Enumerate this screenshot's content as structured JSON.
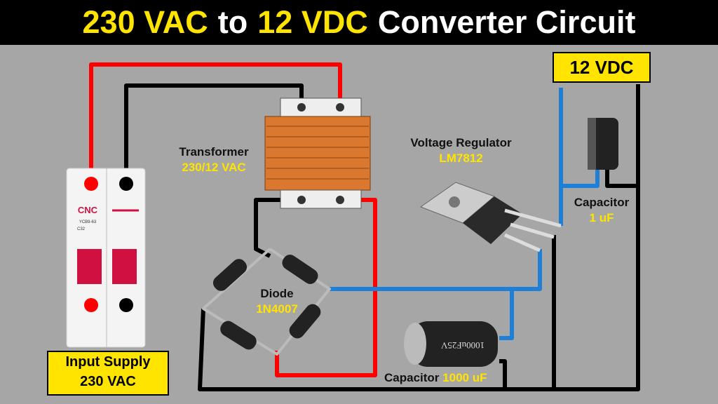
{
  "title": {
    "part1": "230 VAC",
    "part2": "to",
    "part3": "12 VDC",
    "part4": "Converter Circuit"
  },
  "labels": {
    "output_box": "12 VDC",
    "input_box": {
      "line1": "Input Supply",
      "line2": "230 VAC"
    },
    "transformer": {
      "name": "Transformer",
      "value": "230/12 VAC"
    },
    "regulator": {
      "name": "Voltage Regulator",
      "value": "LM7812"
    },
    "diode": {
      "name": "Diode",
      "value": "1N4007"
    },
    "cap_small": {
      "name": "Capacitor",
      "value": "1 uF"
    },
    "cap_large": {
      "name": "Capacitor",
      "value": "1000 uF"
    }
  },
  "breaker": {
    "brand": "CNC",
    "model": "YCB9-63",
    "rating": "C32"
  },
  "cap_large_marking": "1000uF25V",
  "colors": {
    "live": "#ff0000",
    "neutral": "#000000",
    "dc_positive": "#1e7fd6",
    "highlight": "#ffe400",
    "transformer": "#d9782e"
  }
}
